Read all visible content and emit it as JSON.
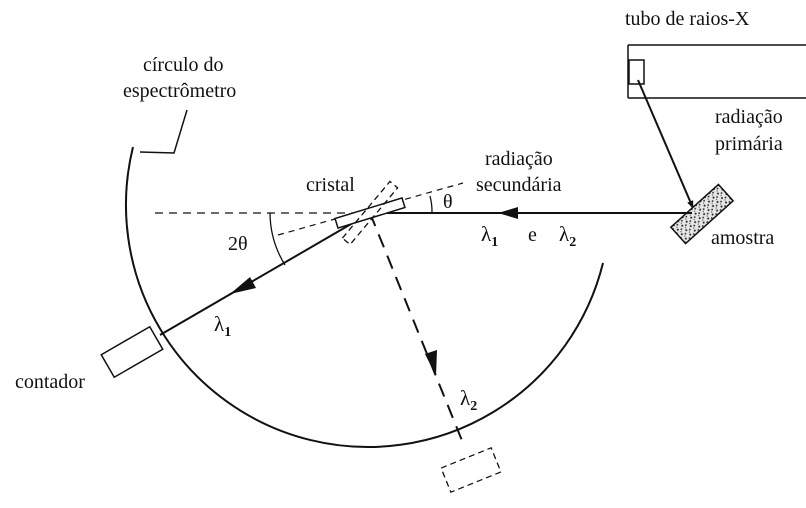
{
  "labels": {
    "xray_tube": "tubo de raios-X",
    "primary_line1": "radiação",
    "primary_line2": "primária",
    "secondary_line1": "radiação",
    "secondary_line2": "secundária",
    "spectrometer_line1": "círculo do",
    "spectrometer_line2": "espectrômetro",
    "crystal": "cristal",
    "sample": "amostra",
    "counter": "contador",
    "theta": "θ",
    "two_theta": "2θ",
    "lambda": "λ",
    "lambda1_sub": "1",
    "lambda2_sub": "2",
    "and": "e"
  },
  "colors": {
    "ink": "#111111",
    "sample_fill": "#cfcfcf"
  }
}
